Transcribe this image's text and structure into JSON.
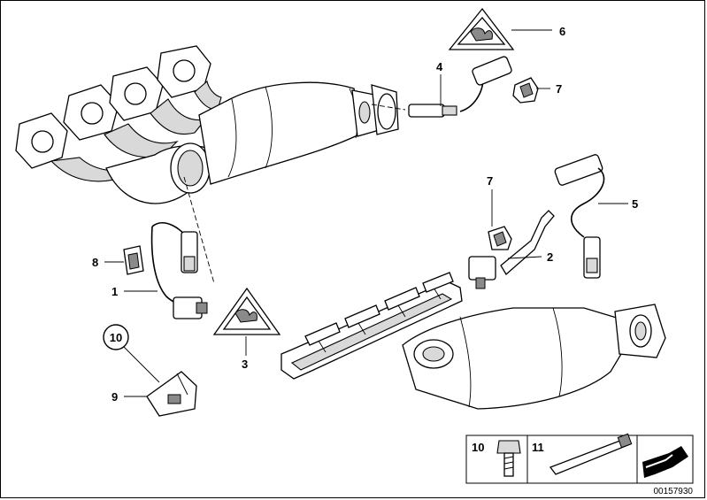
{
  "callouts": {
    "c1": "1",
    "c2": "2",
    "c3": "3",
    "c4": "4",
    "c5": "5",
    "c6": "6",
    "c7a": "7",
    "c7b": "7",
    "c8": "8",
    "c9": "9",
    "c10": "10"
  },
  "legend": {
    "item10": "10",
    "item11": "11"
  },
  "reference_number": "00157930"
}
